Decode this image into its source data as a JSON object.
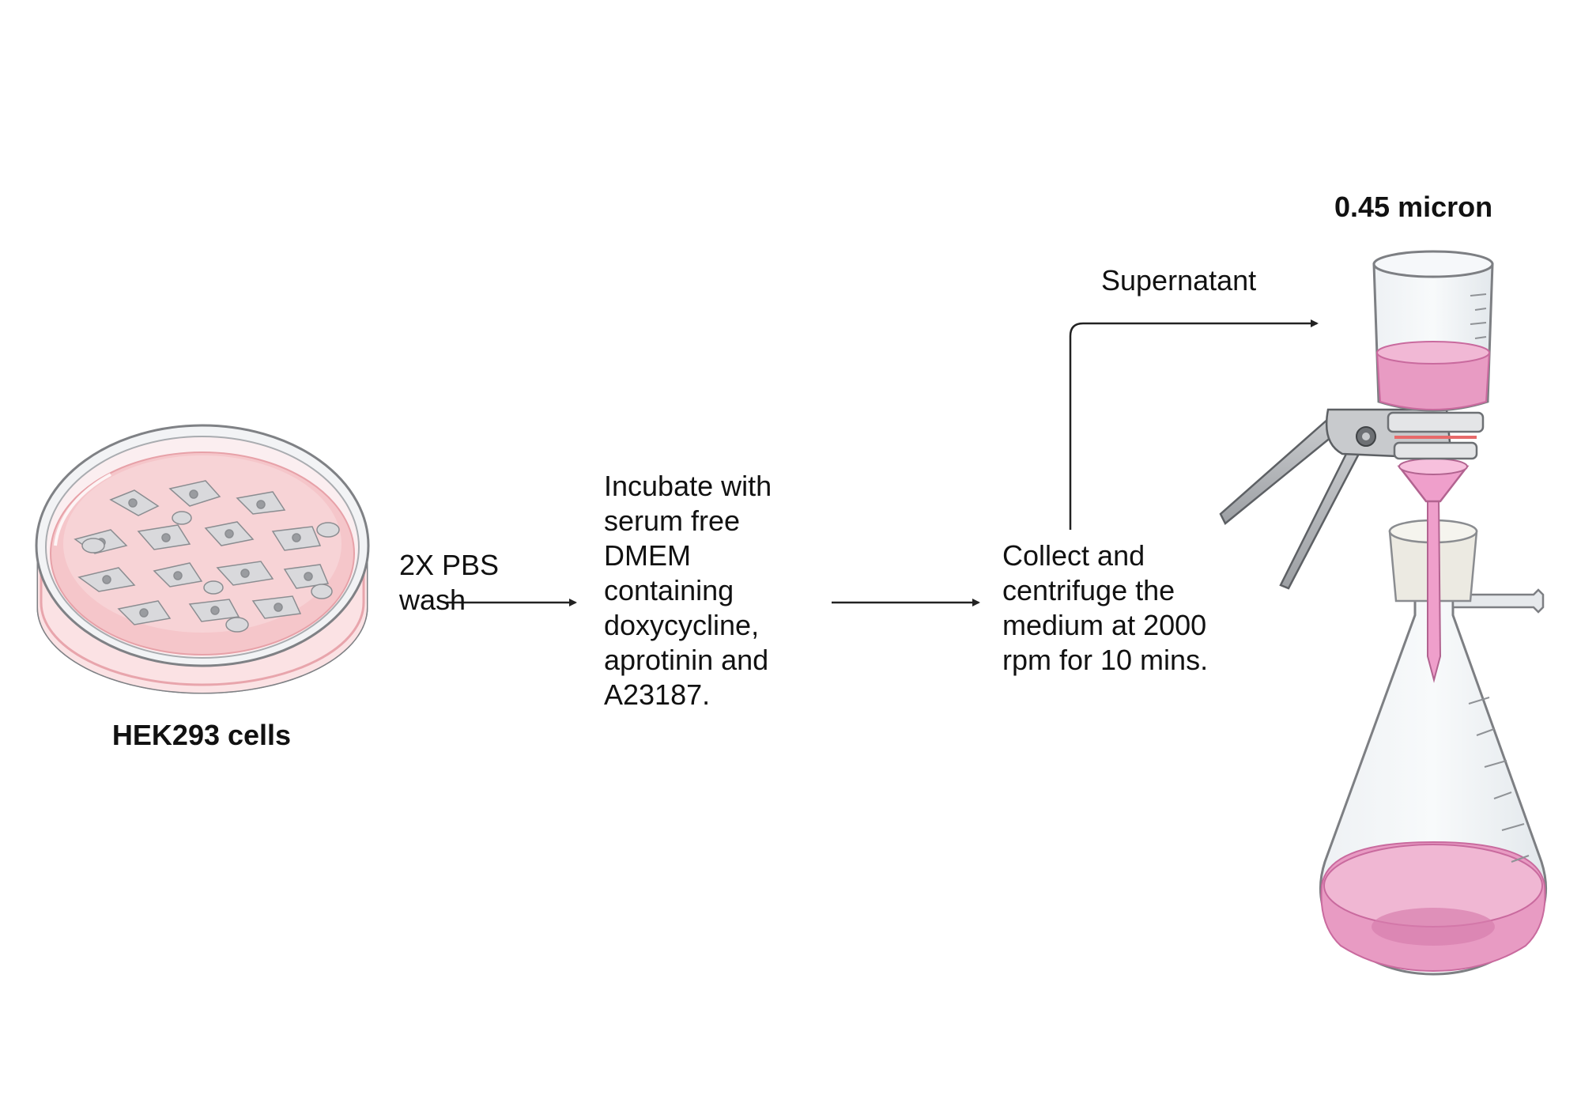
{
  "steps": {
    "dish_label": "HEK293 cells",
    "wash_label": "2X PBS\nwash",
    "incubate_label": "Incubate with\nserum free\nDMEM\ncontaining\ndoxycycline,\naprotinin and\nA23187.",
    "collect_label": "Collect and\ncentrifuge the\nmedium at 2000\nrpm for 10 mins.",
    "supernatant_label": "Supernatant",
    "filter_label": "0.45 micron"
  },
  "colors": {
    "medium_pink": "#f5c6ca",
    "filtrate_pink": "#e89bc3",
    "arrow": "#222222",
    "glass_outline": "#7d7f83"
  }
}
